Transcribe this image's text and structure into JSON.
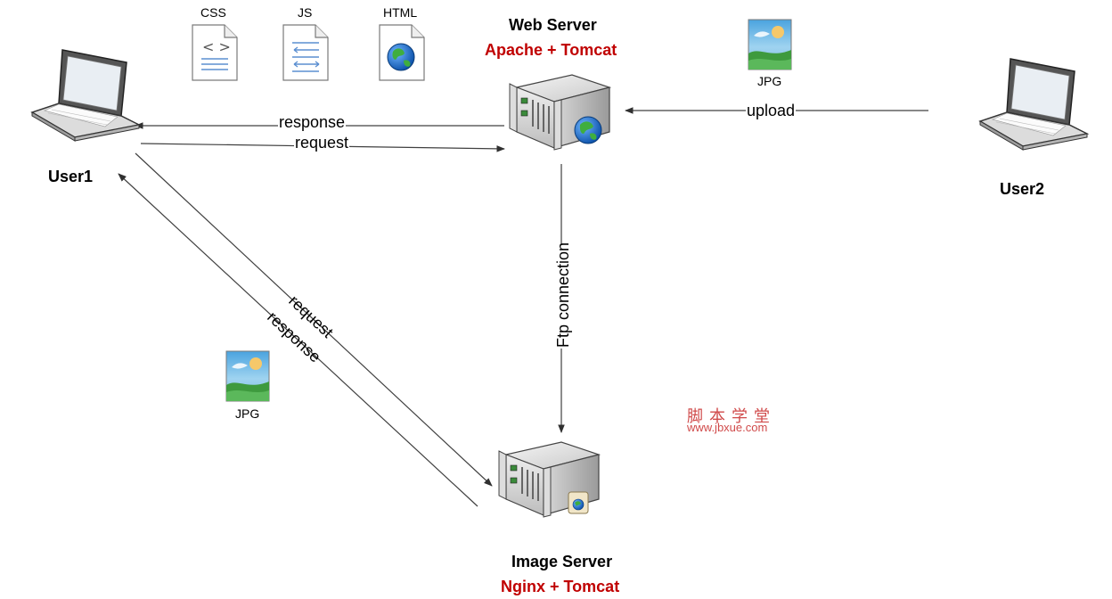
{
  "nodes": {
    "user1": {
      "label": "User1"
    },
    "user2": {
      "label": "User2"
    },
    "web_server": {
      "title": "Web Server",
      "subtitle": "Apache + Tomcat"
    },
    "image_server": {
      "title": "Image Server",
      "subtitle": "Nginx + Tomcat"
    }
  },
  "files": {
    "css": "CSS",
    "js": "JS",
    "html": "HTML",
    "jpg_top": "JPG",
    "jpg_left": "JPG"
  },
  "edges": {
    "web_to_user1": "response",
    "user1_to_web": "request",
    "user2_to_web": "upload",
    "web_to_image": "Ftp connection",
    "user1_to_image": "request",
    "image_to_user1": "response"
  },
  "watermark": {
    "chinese": "脚本学堂",
    "url": "www.jbxue.com"
  },
  "colors": {
    "accent_red": "#c00000",
    "line": "#404040",
    "watermark": "#d04a4a"
  },
  "icons": [
    "laptop-icon",
    "server-icon",
    "globe-icon",
    "css-file-icon",
    "js-file-icon",
    "html-file-icon",
    "jpg-image-icon"
  ]
}
